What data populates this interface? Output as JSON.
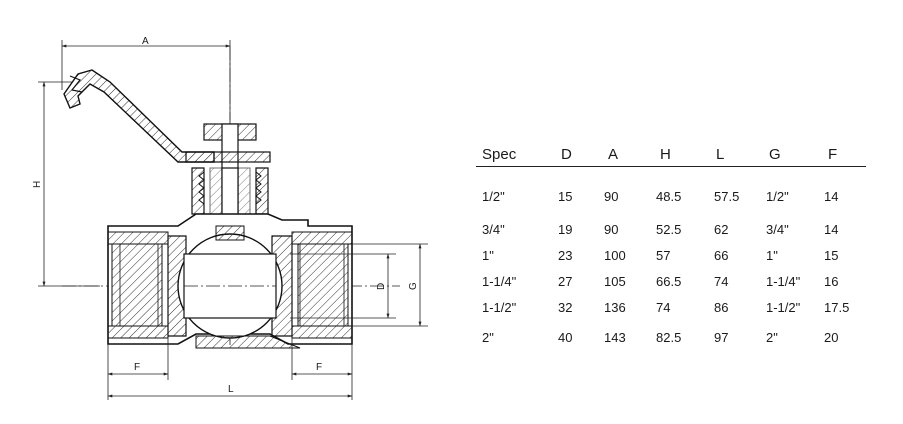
{
  "drawing": {
    "dim_labels": {
      "A": "A",
      "H": "H",
      "D": "D",
      "G": "G",
      "F_left": "F",
      "F_right": "F",
      "L": "L"
    }
  },
  "spec_table": {
    "headers": [
      "Spec",
      "D",
      "A",
      "H",
      "L",
      "G",
      "F"
    ],
    "rows": [
      [
        "1/2\"",
        "15",
        "90",
        "48.5",
        "57.5",
        "1/2\"",
        "14"
      ],
      [
        "3/4\"",
        "19",
        "90",
        "52.5",
        "62",
        "3/4\"",
        "14"
      ],
      [
        "1\"",
        "23",
        "100",
        "57",
        "66",
        "1\"",
        "15"
      ],
      [
        "1-1/4\"",
        "27",
        "105",
        "66.5",
        "74",
        "1-1/4\"",
        "16"
      ],
      [
        "1-1/2\"",
        "32",
        "136",
        "74",
        "86",
        "1-1/2\"",
        "17.5"
      ],
      [
        "2\"",
        "40",
        "143",
        "82.5",
        "97",
        "2\"",
        "20"
      ]
    ]
  }
}
